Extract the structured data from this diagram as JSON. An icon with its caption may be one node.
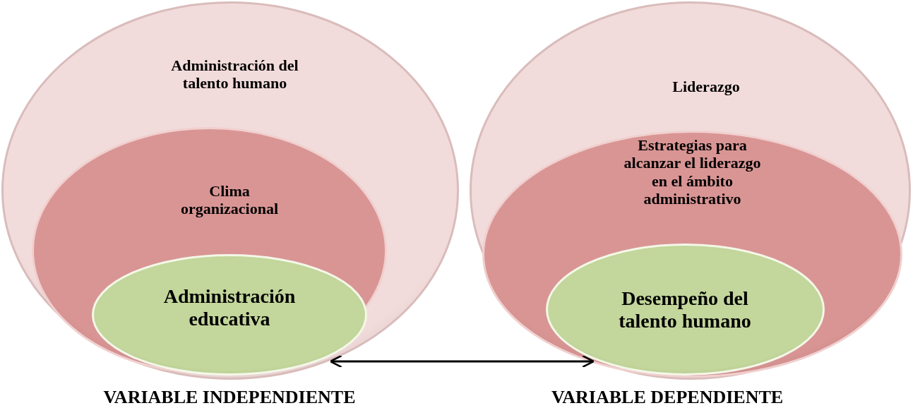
{
  "diagram": {
    "nodes": [
      {
        "text": [
          "Administración del talento humano"
        ],
        "beside": [
          "VARIABLE INDEPENDIENTE"
        ]
      },
      {
        "text": [
          "Clima organizacional"
        ],
        "in": 0
      },
      {
        "text": [
          "Administración educativa"
        ],
        "in": 1
      },
      {
        "text": [
          "Liderazgo"
        ],
        "beside": [
          "VARIABLE DEPENDIENTE"
        ]
      },
      {
        "text": [
          "Estrategias para alcanzar el liderazgo en el ámbito administrativo"
        ],
        "in": 3
      },
      {
        "text": [
          "Desempeño del talento humano"
        ],
        "in": 4
      }
    ],
    "edges": [
      {
        "from": 0,
        "to": 3,
        "arrow": "both"
      }
    ]
  }
}
